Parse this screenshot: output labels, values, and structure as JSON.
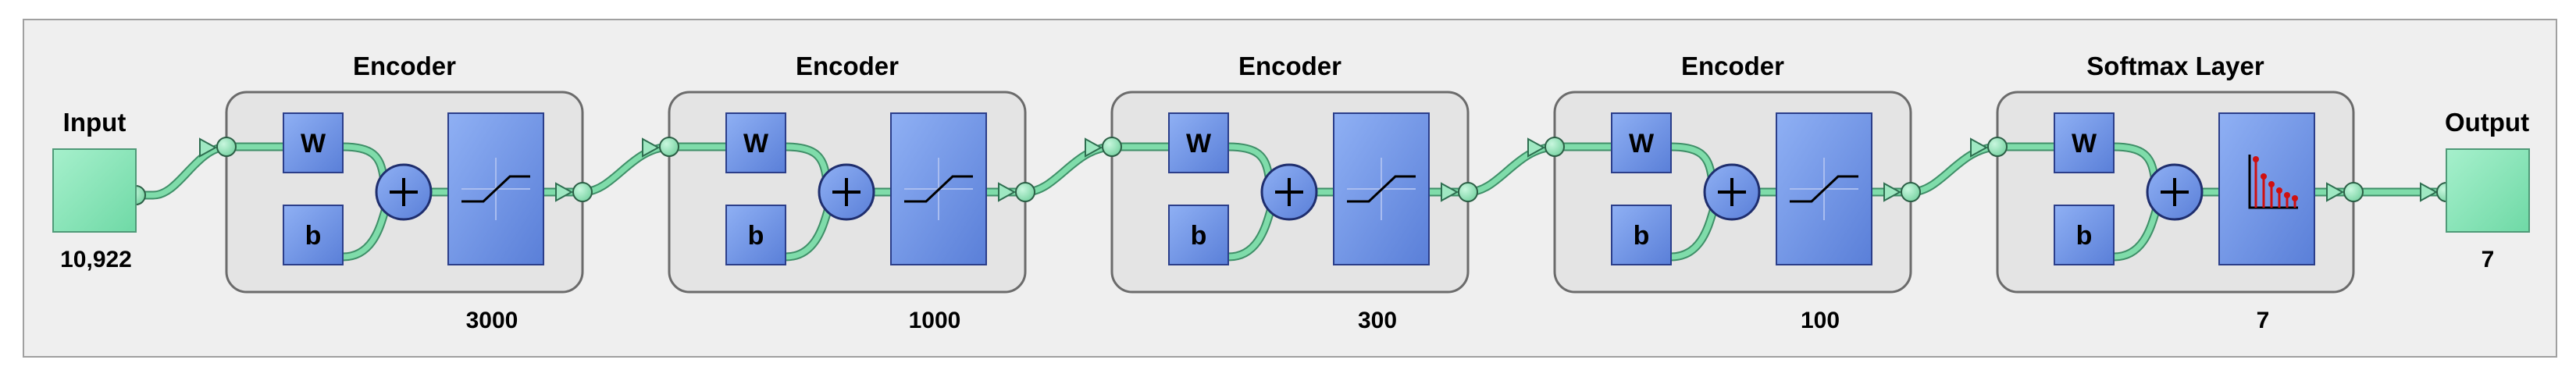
{
  "diagram": {
    "input": {
      "label": "Input",
      "size": "10,922"
    },
    "output": {
      "label": "Output",
      "size": "7"
    },
    "layers": [
      {
        "title": "Encoder",
        "size": "3000",
        "weight_label": "W",
        "bias_label": "b",
        "transfer": "satlin"
      },
      {
        "title": "Encoder",
        "size": "1000",
        "weight_label": "W",
        "bias_label": "b",
        "transfer": "satlin"
      },
      {
        "title": "Encoder",
        "size": "300",
        "weight_label": "W",
        "bias_label": "b",
        "transfer": "satlin"
      },
      {
        "title": "Encoder",
        "size": "100",
        "weight_label": "W",
        "bias_label": "b",
        "transfer": "satlin"
      },
      {
        "title": "Softmax Layer",
        "size": "7",
        "weight_label": "W",
        "bias_label": "b",
        "transfer": "softmax"
      }
    ],
    "colors": {
      "background": "#efefef",
      "node_fill": "#7fe3b2",
      "connector": "#7fdcaa",
      "block_fill": "#6a8fe0",
      "block_edge": "#2b3e8a",
      "softmax_marker": "#d01010"
    }
  }
}
